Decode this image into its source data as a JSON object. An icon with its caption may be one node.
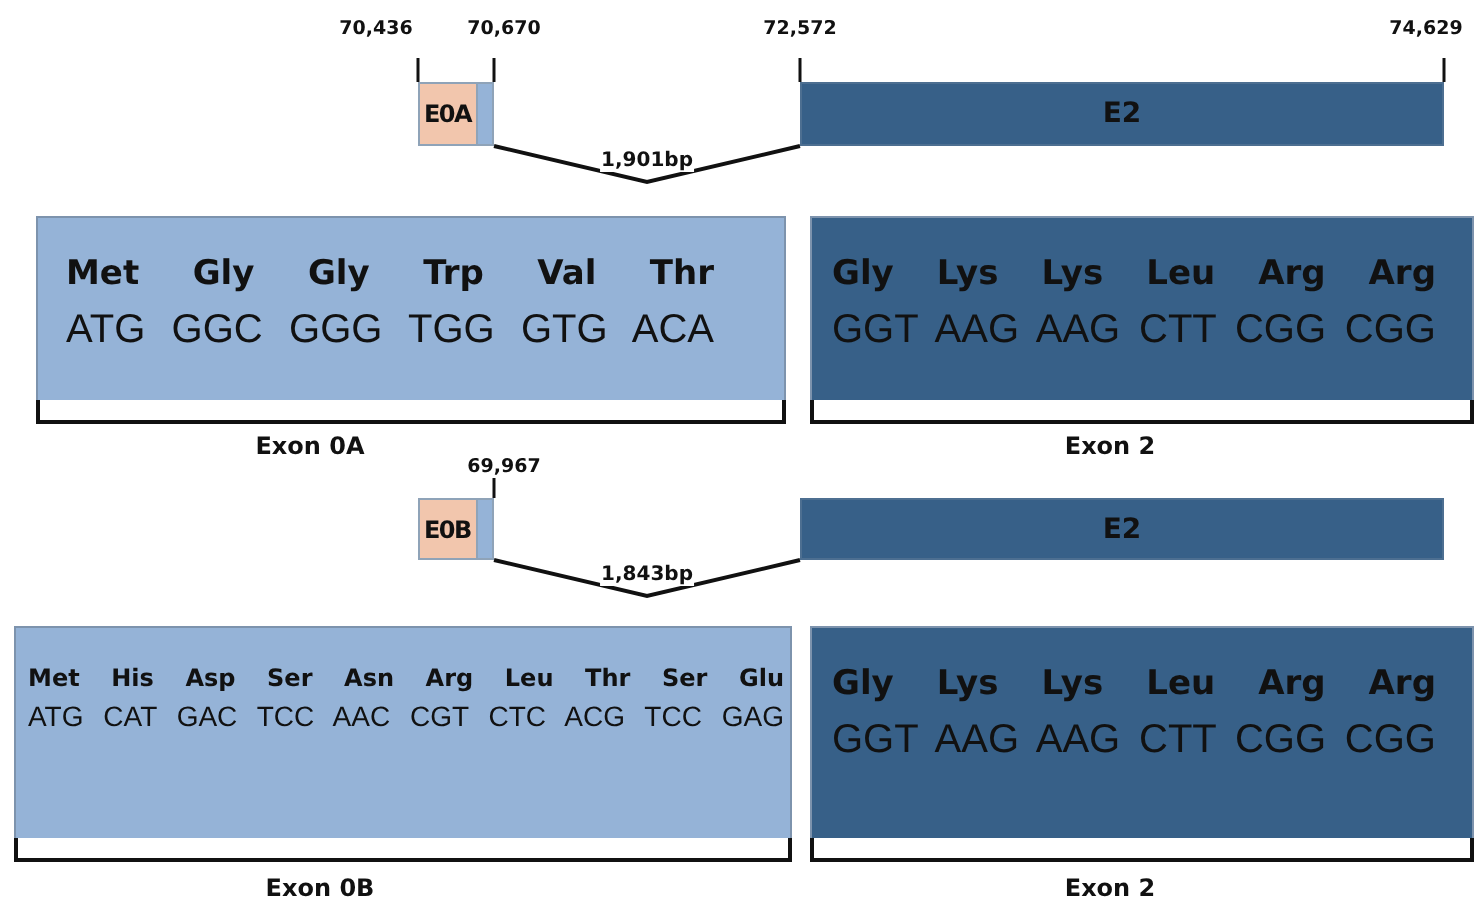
{
  "diagram": {
    "nodes": [
      {
        "text": [
          "E0A"
        ],
        "beside": [
          "70,436",
          "70,670"
        ]
      },
      {
        "text": [
          "E2"
        ],
        "beside": [
          "72,572",
          "74,629"
        ]
      },
      {
        "text": [
          "Met Gly Gly Trp Val Thr",
          "ATG GGC GGG TGG GTG ACA"
        ],
        "beside": [
          "Exon 0A"
        ]
      },
      {
        "text": [
          "Gly Lys Lys Leu Arg Arg",
          "GGT AAG AAG CTT CGG CGG"
        ],
        "beside": [
          "Exon 2"
        ]
      },
      {
        "text": [
          "E0B"
        ],
        "beside": [
          "69,967"
        ]
      },
      {
        "text": [
          "E2"
        ]
      },
      {
        "text": [
          "Met His Asp Ser Asn Arg Leu Thr Ser Glu",
          "ATG CAT GAC TCC AAC CGT CTC ACG TCC GAG"
        ],
        "beside": [
          "Exon 0B"
        ]
      },
      {
        "text": [
          "Gly Lys Lys Leu Arg Arg",
          "GGT AAG AAG CTT CGG CGG"
        ],
        "beside": [
          "Exon 2"
        ]
      }
    ],
    "edges": [
      {
        "from": 0,
        "to": 1,
        "arrow": "none",
        "label": "1,901bp"
      },
      {
        "from": 4,
        "to": 5,
        "arrow": "none",
        "label": "1,843bp"
      }
    ]
  }
}
